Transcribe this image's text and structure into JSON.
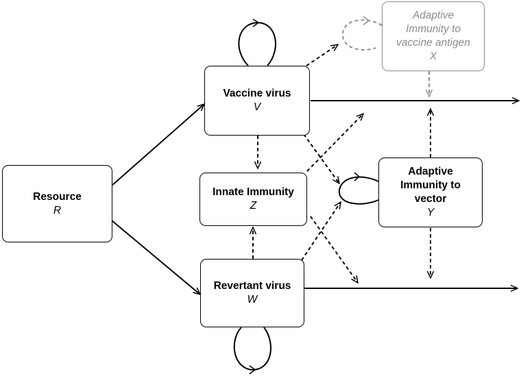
{
  "nodes": {
    "resource": {
      "title": "Resource",
      "symbol": "R"
    },
    "vaccine": {
      "title": "Vaccine virus",
      "symbol": "V"
    },
    "innate": {
      "title": "Innate Immunity",
      "symbol": "Z"
    },
    "revertant": {
      "title": "Revertant virus",
      "symbol": "W"
    },
    "adaptive_vector": {
      "title": "Adaptive\nImmunity to\nvector",
      "symbol": "Y"
    },
    "adaptive_antigen": {
      "title": "Adaptive\nImmunity to\nvaccine antigen",
      "symbol": "X"
    }
  },
  "colors": {
    "primary": "#000000",
    "faded": "#8c8c8c"
  }
}
